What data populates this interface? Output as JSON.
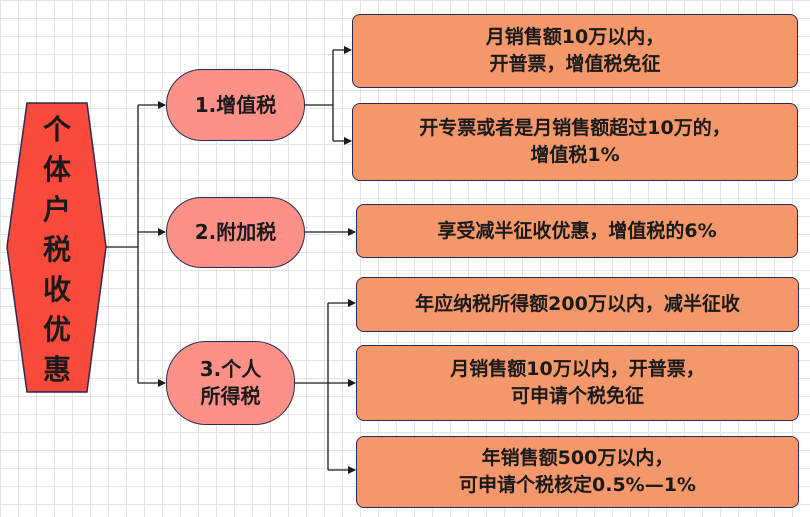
{
  "root": {
    "title_chars": [
      "个",
      "体",
      "户",
      "税",
      "收",
      "优",
      "惠"
    ]
  },
  "branches": [
    {
      "label": "1.增值税",
      "items": [
        "月销售额10万以内，\n开普票，增值税免征",
        "开专票或者是月销售额超过10万的，\n增值税1%"
      ]
    },
    {
      "label": "2.附加税",
      "items": [
        "享受减半征收优惠，增值税的6%"
      ]
    },
    {
      "label": "3.个人\n所得税",
      "items": [
        "年应纳税所得额200万以内，减半征收",
        "月销售额10万以内，开普票，\n可申请个税免征",
        "年销售额500万以内，\n可申请个税核定0.5%—1%"
      ]
    }
  ],
  "colors": {
    "root": "#fb4a3c",
    "branch": "#fd9087",
    "leaf": "#f4986b",
    "border": "#2a2a55"
  }
}
